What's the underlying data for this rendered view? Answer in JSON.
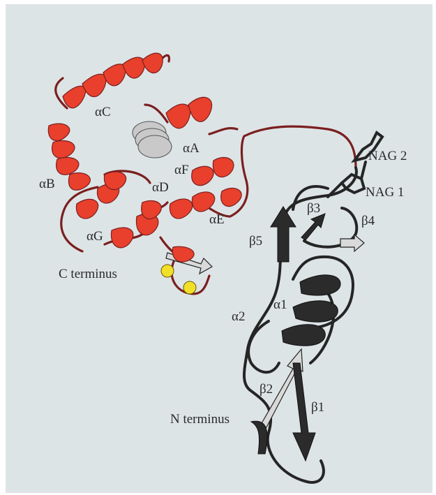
{
  "labels": {
    "helix_c": "αC",
    "helix_a": "αA",
    "helix_b": "αB",
    "helix_f": "αF",
    "helix_d": "αD",
    "helix_e": "αE",
    "helix_g": "αG",
    "c_terminus": "C terminus",
    "nag2": "NAG 2",
    "nag1": "NAG 1",
    "strand_3": "β3",
    "strand_4": "β4",
    "strand_5": "β5",
    "helix_1": "α1",
    "helix_2": "α2",
    "strand_2": "β2",
    "strand_1": "β1",
    "n_terminus": "N terminus"
  },
  "colors": {
    "background": "#dde4e6",
    "helix_red": "#e8402c",
    "coil_red": "#7a1f1f",
    "dark_domain": "#2b2b2b",
    "calcium": "#f1df2a"
  }
}
